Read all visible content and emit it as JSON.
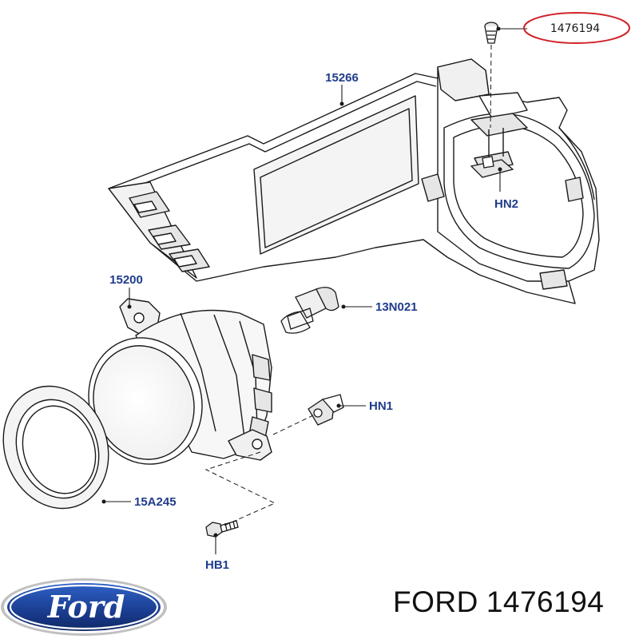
{
  "diagram": {
    "colors": {
      "line": "#1a1a1a",
      "fill": "#ffffff",
      "shade": "#e6e6e6",
      "callout_text": "#1f3c8c",
      "leader": "#1a1a1a",
      "highlight_oval": "#d0242b",
      "logo_blue": "#1c3f94"
    },
    "callouts": {
      "screw_part_number": "1476194",
      "housing": "15266",
      "bracket": "15200",
      "bulb": "13N021",
      "clip": "HN2",
      "socket": "HN1",
      "bezel": "15A245",
      "bolt": "HB1"
    },
    "logo": {
      "text": "Ford"
    }
  },
  "caption": {
    "brand": "FORD",
    "part_number": "1476194"
  }
}
